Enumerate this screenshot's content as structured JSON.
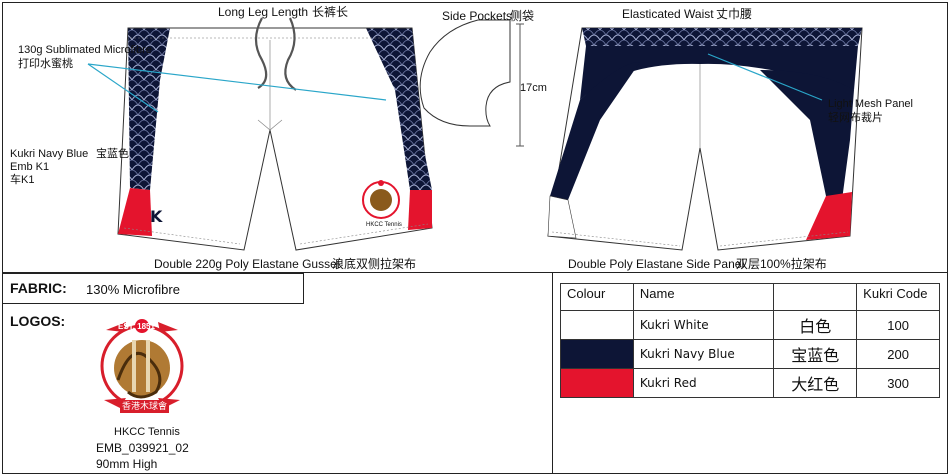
{
  "annotations": {
    "long_leg_length": "Long Leg Length",
    "long_leg_length_cn": "长裤长",
    "sublimated_microfibre": "130g Sublimated Microfibre",
    "sublimated_microfibre_cn": "打印水蜜桃",
    "navy_line1": "Kukri Navy Blue",
    "navy_line1_cn": "宝蓝色",
    "navy_line2": "Emb K1",
    "navy_line3": "车K1",
    "side_pockets": "Side Pockets",
    "side_pockets_cn": "侧袋",
    "pocket_measure": "17cm",
    "elasticated_waist": "Elasticated Waist",
    "elasticated_waist_cn": "丈巾腰",
    "light_mesh_panel": "Light Mesh Panel",
    "light_mesh_panel_cn": "轻网布裁片",
    "gusset": "Double 220g Poly Elastane Gusset",
    "gusset_cn": "浪底双侧拉架布",
    "side_panel": "Double Poly Elastane Side Panel",
    "side_panel_cn": "双层100%拉架布",
    "hkcc_small": "HKCC Tennis"
  },
  "fabric": {
    "label": "FABRIC:",
    "value": "130% Microfibre"
  },
  "logos": {
    "label": "LOGOS:",
    "logo_top_text": "EST. 1851",
    "logo_bottom_text": "香港木球會",
    "name": "HKCC Tennis",
    "code": "EMB_039921_02",
    "size": "90mm High"
  },
  "colour_table": {
    "headers": [
      "Colour",
      "Name",
      "",
      "Kukri Code"
    ],
    "rows": [
      {
        "swatch": "#ffffff",
        "name": "Kukri White",
        "cn": "白色",
        "code": "100"
      },
      {
        "swatch": "#0d1536",
        "name": "Kukri Navy Blue",
        "cn": "宝蓝色",
        "code": "200"
      },
      {
        "swatch": "#e4142d",
        "name": "Kukri Red",
        "cn": "大红色",
        "code": "300"
      }
    ]
  },
  "colors": {
    "navy": "#0d1536",
    "red": "#e4142d",
    "pointer_line": "#2aa6c9"
  }
}
